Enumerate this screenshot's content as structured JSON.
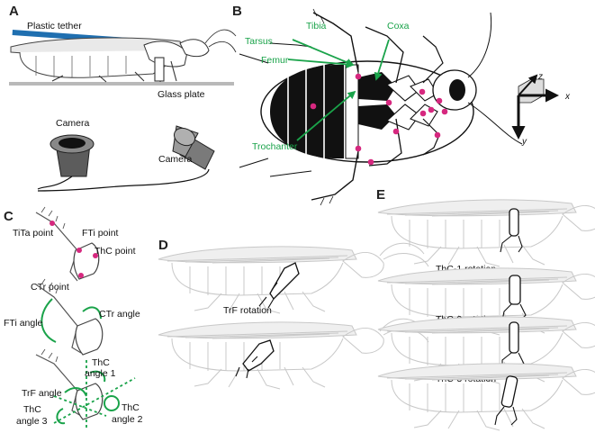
{
  "panels": {
    "A": {
      "letter": "A",
      "tether": "Plastic tether",
      "plate": "Glass plate",
      "camera1": "Camera",
      "camera2": "Camera"
    },
    "B": {
      "letter": "B",
      "tibia": "Tibia",
      "tarsus": "Tarsus",
      "femur": "Femur",
      "coxa": "Coxa",
      "trochanter": "Trochanter",
      "axis_x": "x",
      "axis_y": "y",
      "axis_z": "z"
    },
    "C": {
      "letter": "C",
      "tita": "TiTa point",
      "fti": "FTi point",
      "thc": "ThC point",
      "ctr": "CTr point",
      "fti_angle": "FTi angle",
      "ctr_angle": "CTr angle",
      "thc1_a": "ThC",
      "thc1_b": "angle 1",
      "trf_angle": "TrF angle",
      "thc3_a": "ThC",
      "thc3_b": "angle 3",
      "thc2_a": "ThC",
      "thc2_b": "angle 2"
    },
    "D": {
      "letter": "D",
      "trf_rotation": "TrF rotation"
    },
    "E": {
      "letter": "E",
      "thc1": "ThC-1 rotation",
      "thc2": "ThC-2 rotation",
      "thc3": "ThC-3 rotation"
    }
  },
  "colors": {
    "label_green": "#1aa34a",
    "marker_magenta": "#d6287f",
    "tether_blue": "#1f6fb0"
  }
}
